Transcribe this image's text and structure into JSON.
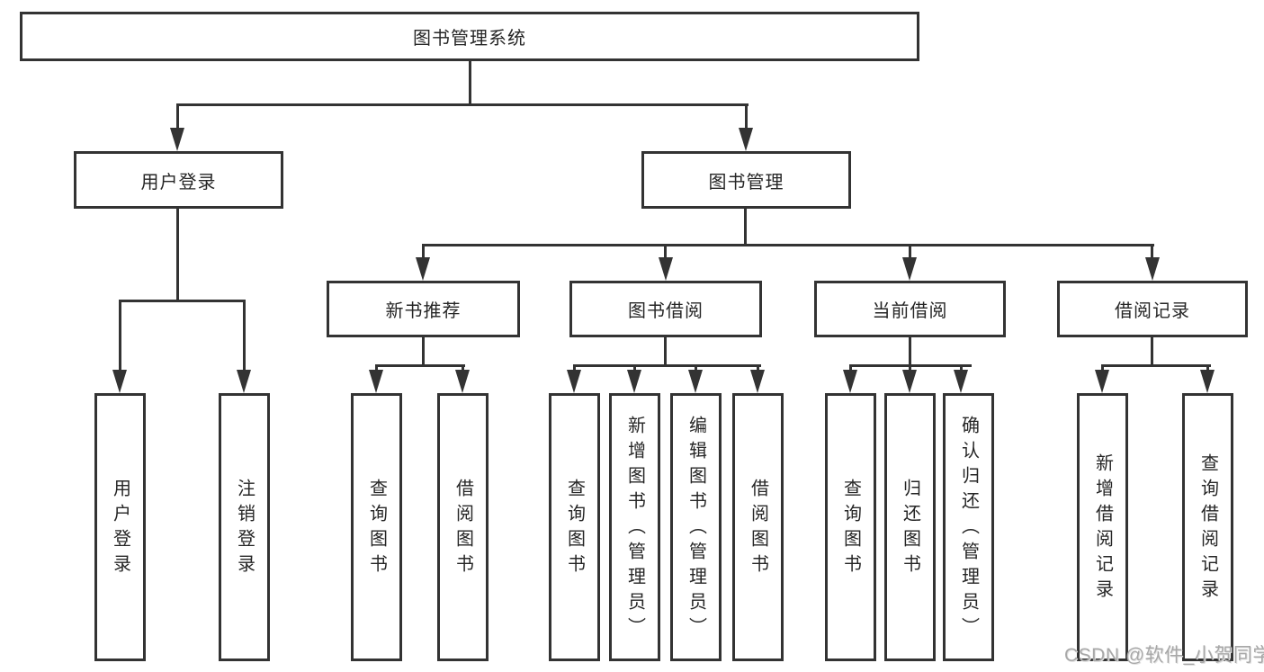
{
  "tree": {
    "root": {
      "label": "图书管理系统"
    },
    "children": [
      {
        "label": "用户登录",
        "children": [
          {
            "label": "用户登录"
          },
          {
            "label": "注销登录"
          }
        ]
      },
      {
        "label": "图书管理",
        "children": [
          {
            "label": "新书推荐",
            "children": [
              {
                "label": "查询图书"
              },
              {
                "label": "借阅图书"
              }
            ]
          },
          {
            "label": "图书借阅",
            "children": [
              {
                "label": "查询图书"
              },
              {
                "label": "新增图书（管理员）"
              },
              {
                "label": "编辑图书（管理员）"
              },
              {
                "label": "借阅图书"
              }
            ]
          },
          {
            "label": "当前借阅",
            "children": [
              {
                "label": "查询图书"
              },
              {
                "label": "归还图书"
              },
              {
                "label": "确认归还（管理员）"
              }
            ]
          },
          {
            "label": "借阅记录",
            "children": [
              {
                "label": "新增借阅记录"
              },
              {
                "label": "查询借阅记录"
              }
            ]
          }
        ]
      }
    ]
  },
  "watermark": {
    "text": "CSDN @软件_小贺同学"
  },
  "colors": {
    "line": "#333333",
    "box_border": "#333333",
    "box_background": "#ffffff",
    "text": "#262626",
    "watermark": "#a8a8a8",
    "page_background": "#ffffff"
  }
}
